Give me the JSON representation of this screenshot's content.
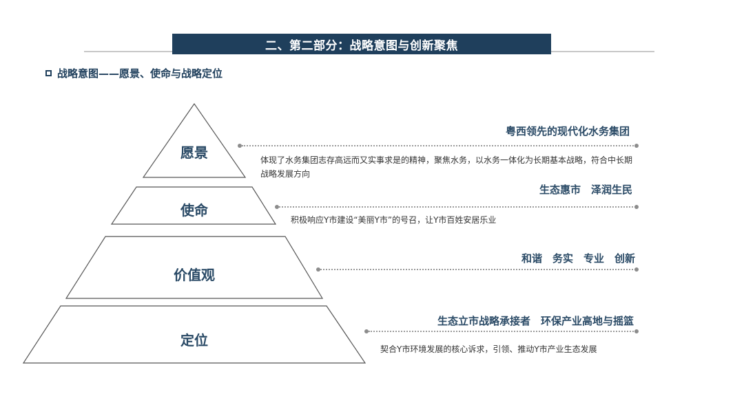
{
  "header": {
    "title": "二、第二部分：战略意图与创新聚焦"
  },
  "subtitle": {
    "text": "战略意图——愿景、使命与战略定位"
  },
  "colors": {
    "title_bar": "#1f3f5c",
    "label_text": "#2a4a66",
    "dot_line": "#9a9a9a"
  },
  "layers": [
    {
      "label": "愿景",
      "heading": "粤西领先的现代化水务集团",
      "description": "体现了水务集团志存高远而又实事求是的精神，聚焦水务，以水务一体化为长期基本战略，符合中长期战略发展方向"
    },
    {
      "label": "使命",
      "heading": "生态惠市　泽润生民",
      "description": "积极响应Y市建设“美丽Y市”的号召，让Y市百姓安居乐业"
    },
    {
      "label": "价值观",
      "heading": "和谐　务实　专业　创新",
      "description": ""
    },
    {
      "label": "定位",
      "heading": "生态立市战略承接者　环保产业高地与摇篮",
      "description": "契合Y市环境发展的核心诉求，引领、推动Y市产业生态发展"
    }
  ]
}
